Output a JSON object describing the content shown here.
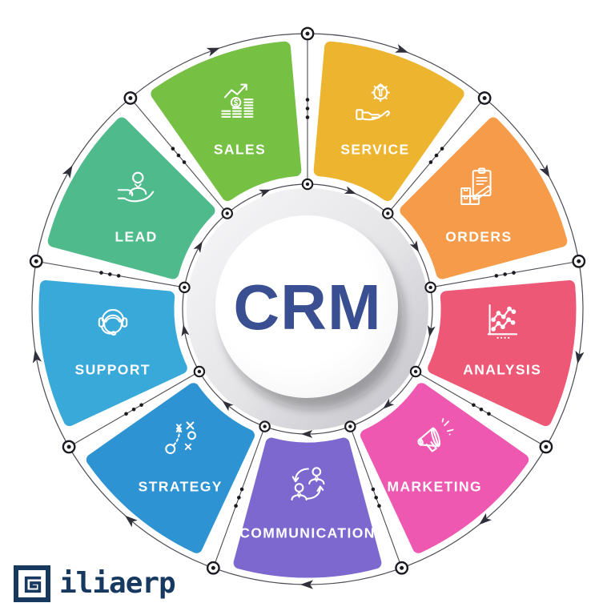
{
  "diagram": {
    "center_label": "CRM",
    "center_text_color": "#3a4e92",
    "label_text_color": "#ffffff",
    "ring_color": "#4c4c54",
    "node_color": "#1a1a20",
    "arrow_color": "#30303a",
    "flow_direction": "clockwise",
    "segments": [
      {
        "label": "SALES",
        "color": "#76c043",
        "icon": "sales-growth-chart-icon"
      },
      {
        "label": "SERVICE",
        "color": "#ecb42f",
        "icon": "service-gear-hand-icon"
      },
      {
        "label": "ORDERS",
        "color": "#f59b49",
        "icon": "orders-clipboard-boxes-icon"
      },
      {
        "label": "ANALYSIS",
        "color": "#ee5877",
        "icon": "analysis-line-chart-icon"
      },
      {
        "label": "MARKETING",
        "color": "#ee58b0",
        "icon": "marketing-megaphone-icon"
      },
      {
        "label": "COMMUNICATION",
        "color": "#7c68ce",
        "icon": "communication-people-exchange-icon"
      },
      {
        "label": "STRATEGY",
        "color": "#2d93d2",
        "icon": "strategy-tactics-icon"
      },
      {
        "label": "SUPPORT",
        "color": "#39a9da",
        "icon": "support-headset-agent-icon"
      },
      {
        "label": "LEAD",
        "color": "#4fba8b",
        "icon": "lead-person-in-hand-icon"
      }
    ]
  },
  "logo": {
    "brand_text": "iliaerp",
    "mark_icon": "letter-a-maze-icon",
    "color": "#173960"
  }
}
